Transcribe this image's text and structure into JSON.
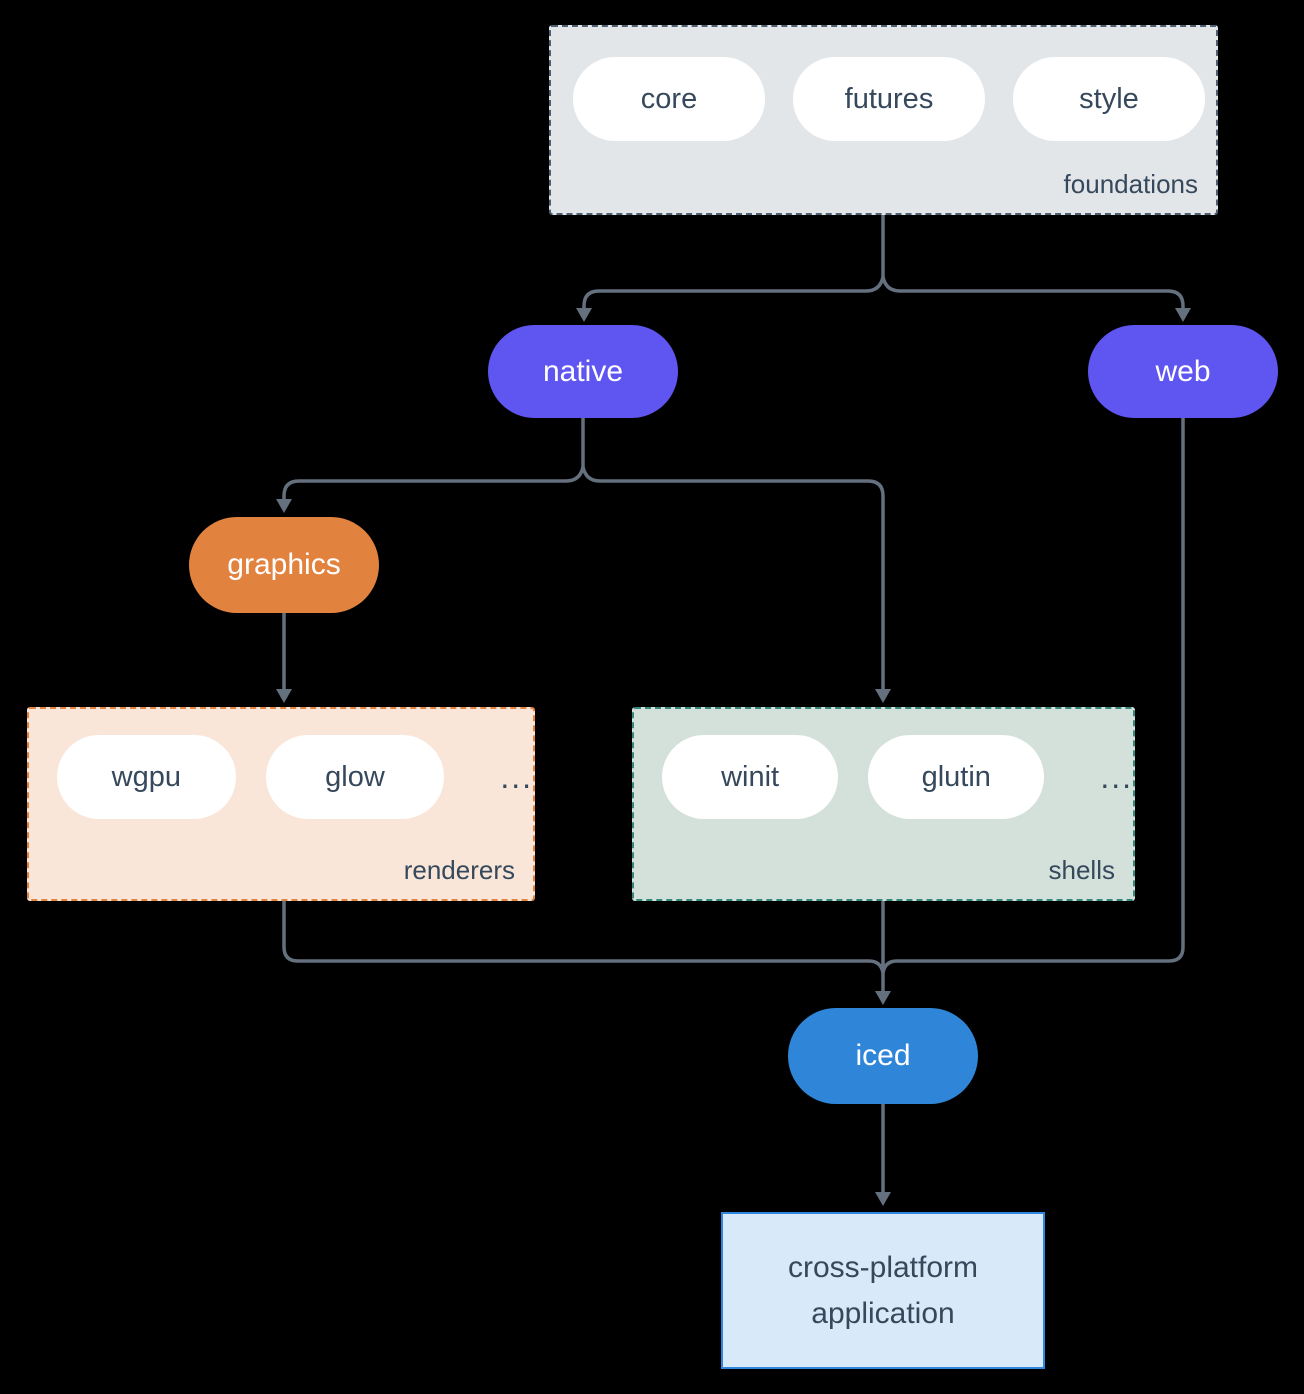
{
  "diagram": {
    "background_color": "#000000",
    "connector_color": "#64707e",
    "foundations": {
      "label": "foundations",
      "items": [
        "core",
        "futures",
        "style"
      ],
      "fill": "#e3e6e9",
      "border": "#4e5f71"
    },
    "native": {
      "label": "native",
      "fill": "#5f55f0"
    },
    "web": {
      "label": "web",
      "fill": "#5f55f0"
    },
    "graphics": {
      "label": "graphics",
      "fill": "#e2823f"
    },
    "renderers": {
      "label": "renderers",
      "items": [
        "wgpu",
        "glow"
      ],
      "more": "...",
      "fill": "#f9e6d8",
      "border": "#e2833e"
    },
    "shells": {
      "label": "shells",
      "items": [
        "winit",
        "glutin"
      ],
      "more": "...",
      "fill": "#d3e1da",
      "border": "#33897a"
    },
    "iced": {
      "label": "iced",
      "fill": "#2f86d8"
    },
    "application": {
      "line1": "cross-platform",
      "line2": "application",
      "fill": "#d8e9f9",
      "border": "#2e86de"
    }
  }
}
